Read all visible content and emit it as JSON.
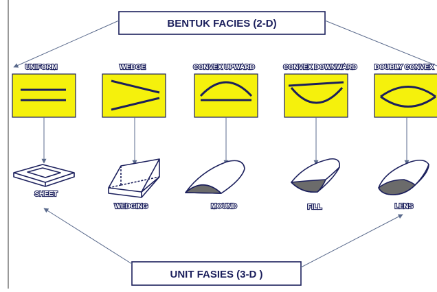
{
  "top_box": {
    "label": "BENTUK FACIES (2-D)"
  },
  "bottom_box": {
    "label": "UNIT FASIES (3-D )"
  },
  "shapes": [
    {
      "name": "uniform",
      "label": "UNIFORM",
      "model_label": "SHEET"
    },
    {
      "name": "wedge",
      "label": "WEDGE",
      "model_label": "WEDGING"
    },
    {
      "name": "convex-upward",
      "label": "CONVEX UPWARD",
      "model_label": "MOUND"
    },
    {
      "name": "convex-downward",
      "label": "CONVEX DOWNWARD",
      "model_label": "FILL"
    },
    {
      "name": "doubly-convex",
      "label": "DOUBLY CONVEX",
      "model_label": "LENS"
    }
  ],
  "colors": {
    "box_fill": "#f5f10c",
    "line": "#1b1f5c",
    "arrow": "#5a6a8c",
    "shade": "#6b6b6b"
  }
}
